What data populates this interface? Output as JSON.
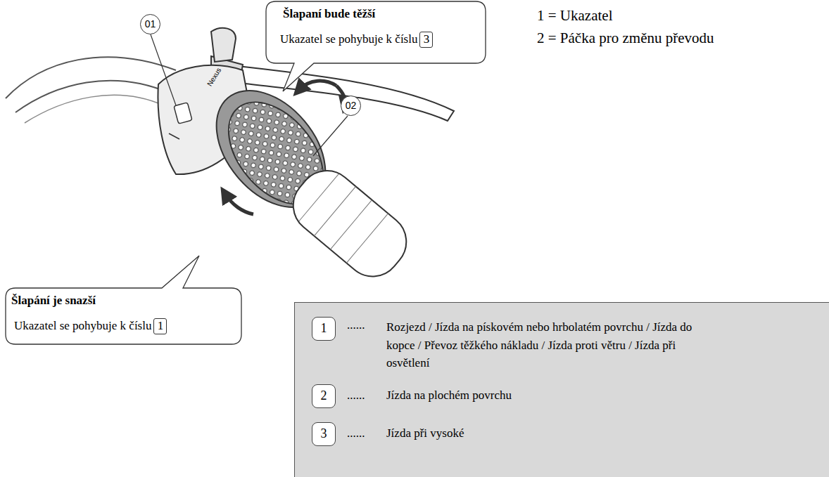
{
  "diagram": {
    "nodes": [
      {
        "text": [
          "01"
        ]
      },
      {
        "text": [
          "Šlapaní bude těžší",
          "Ukazatel se pohybuje k číslu"
        ]
      },
      {
        "text": [
          "3"
        ],
        "in": 1
      },
      {
        "text": [
          "02"
        ]
      },
      {
        "text": [
          "Šlapání je snazší",
          "Ukazatel se pohybuje k číslu"
        ]
      },
      {
        "text": [
          "1"
        ],
        "in": 4
      },
      {
        "text": [
          "......",
          "Rozjezd / Jízda na pískovém nebo hrbolatém povrchu / Jízda do kopce / Převoz těžkého nákladu / Jízda proti větru / Jízda při osvětlení",
          "......",
          "Jízda na plochém povrchu",
          "......",
          "Jízda při vysoké"
        ]
      },
      {
        "text": [
          "1"
        ],
        "in": 6
      },
      {
        "text": [
          "2"
        ],
        "in": 6
      },
      {
        "text": [
          "3"
        ],
        "in": 6
      }
    ],
    "labels": [
      "1 = Ukazatel",
      "2 = Páčka pro změnu převodu",
      "Nexus"
    ]
  }
}
